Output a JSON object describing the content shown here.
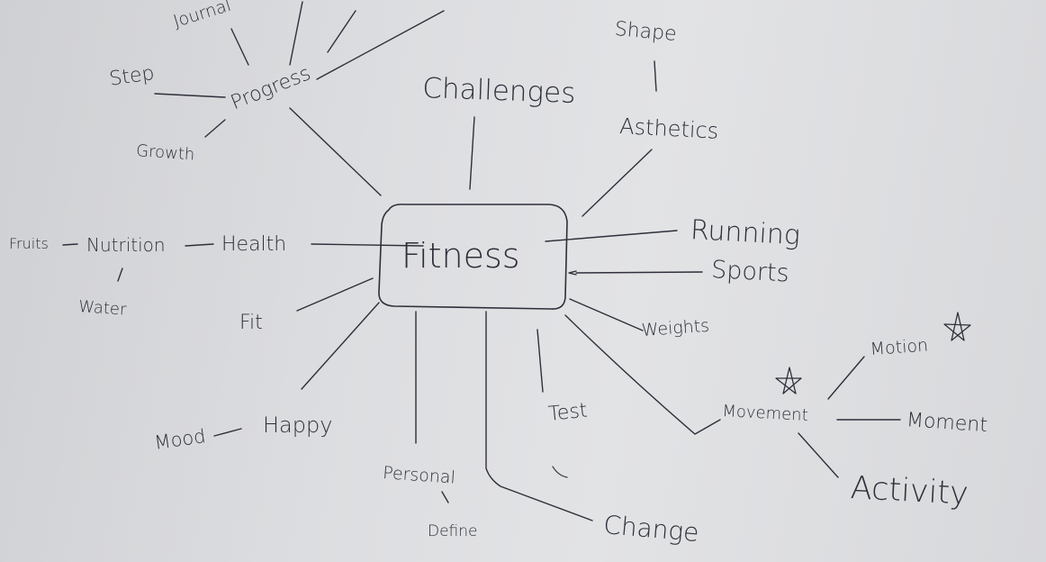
{
  "diagram": {
    "central": "Fitness",
    "nodes": {
      "journal": "Journal",
      "step": "Step",
      "progress": "Progress",
      "growth": "Growth",
      "challenges": "Challenges",
      "shape": "Shape",
      "asthetics": "Asthetics",
      "fruits": "Fruits",
      "nutrition": "Nutrition",
      "water": "Water",
      "health": "Health",
      "fit": "Fit",
      "running": "Running",
      "sports": "Sports",
      "weights": "Weights",
      "motion": "Motion",
      "movement": "Movement",
      "moment": "Moment",
      "activity": "Activity",
      "test": "Test",
      "mood": "Mood",
      "happy": "Happy",
      "personal": "Personal",
      "define": "Define",
      "change": "Change"
    },
    "ink_color": "#2e2f3a"
  }
}
